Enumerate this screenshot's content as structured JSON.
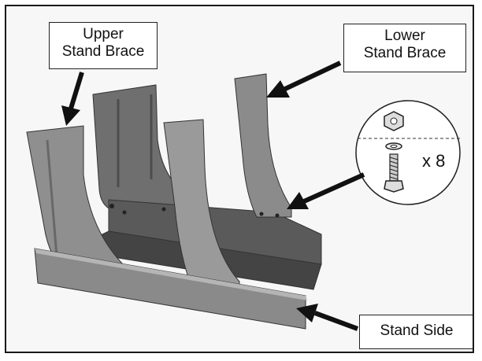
{
  "labels": {
    "upper_line1": "Upper",
    "upper_line2": "Stand Brace",
    "lower_line1": "Lower",
    "lower_line2": "Stand Brace",
    "stand_side": "Stand Side",
    "quantity": "x 8"
  },
  "colors": {
    "metal_light": "#9a9a9a",
    "metal_mid": "#7d7d7d",
    "metal_dark": "#4d4d4d",
    "arrow": "#111111",
    "background": "#f7f7f7"
  },
  "icons": [
    "nut-icon",
    "washer-icon",
    "bolt-icon"
  ]
}
